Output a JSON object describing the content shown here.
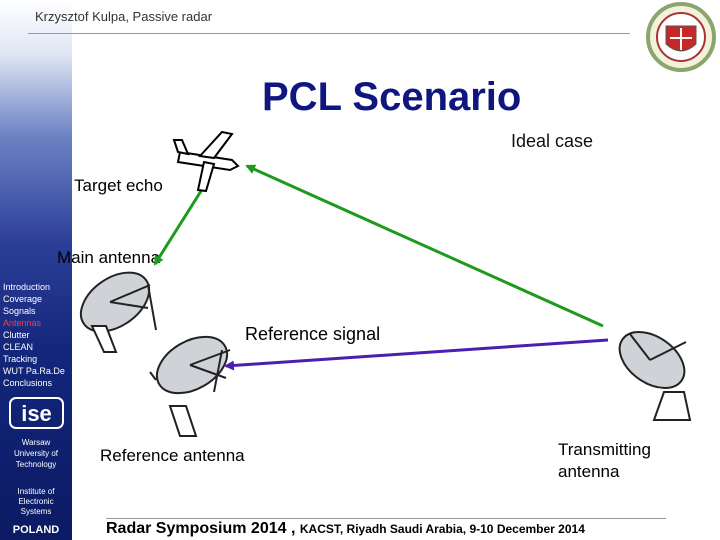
{
  "header": {
    "author": "Krzysztof  Kulpa, Passive radar",
    "title": "PCL Scenario",
    "subtitle": "Ideal case"
  },
  "labels": {
    "target_echo": "Target echo",
    "main_antenna": "Main antenna",
    "reference_signal": "Reference signal",
    "reference_antenna": "Reference antenna",
    "transmitting_antenna_1": "Transmitting",
    "transmitting_antenna_2": "antenna"
  },
  "nav": {
    "items": [
      "Introduction",
      "Coverage",
      "Sognals",
      "Antennas",
      "Clutter",
      "CLEAN",
      "Tracking",
      "WUT Pa.Ra.De",
      "Conclusions"
    ],
    "active_index": 3
  },
  "sidebar": {
    "logo_text": "ise",
    "university": [
      "Warsaw",
      "University of",
      "Technology"
    ],
    "institute": [
      "Institute of",
      "Electronic",
      "Systems"
    ],
    "country": "POLAND"
  },
  "footer": {
    "main": "Radar Symposium 2014 ,",
    "detail": "KACST, Riyadh  Saudi Arabia,  9-10 December 2014"
  },
  "colors": {
    "echo_arrow": "#1e9a1e",
    "reference_arrow": "#4b1fb0",
    "title": "#101680",
    "active_nav": "#ff3b3b"
  }
}
